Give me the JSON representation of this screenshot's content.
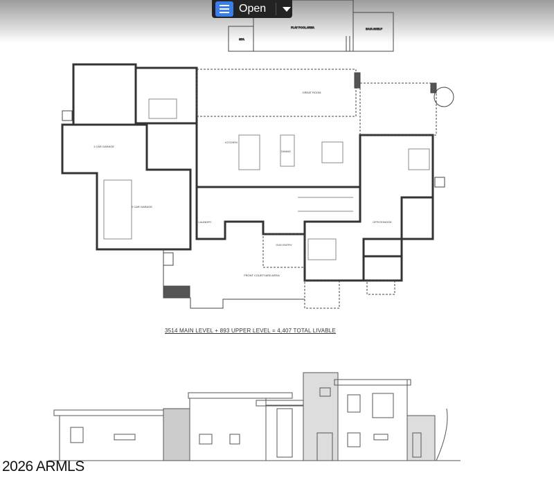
{
  "toolbar": {
    "open_label": "Open",
    "icon": "document-icon",
    "menu_icon": "caret-down-icon"
  },
  "pool": {
    "spa": "SPA",
    "play_pool": "PLAY POOL AREA",
    "baja_shelf": "BAJA SHELF"
  },
  "rooms": {
    "one_car_garage": "1 CAR GARAGE",
    "two_car_garage": "2 CAR GARAGE",
    "great_room": "GREAT ROOM",
    "kitchen": "KITCHEN",
    "dining": "DINING",
    "gvd_entry": "GVD ENTRY",
    "office_nook": "OFFICE/NOOK",
    "laundry": "LAUNDRY",
    "front_courtyard": "FRONT COURTYARD AREA"
  },
  "caption": "3514 MAIN LEVEL + 893 UPPER LEVEL = 4,407 TOTAL LIVABLE",
  "watermark": "2026 ARMLS"
}
